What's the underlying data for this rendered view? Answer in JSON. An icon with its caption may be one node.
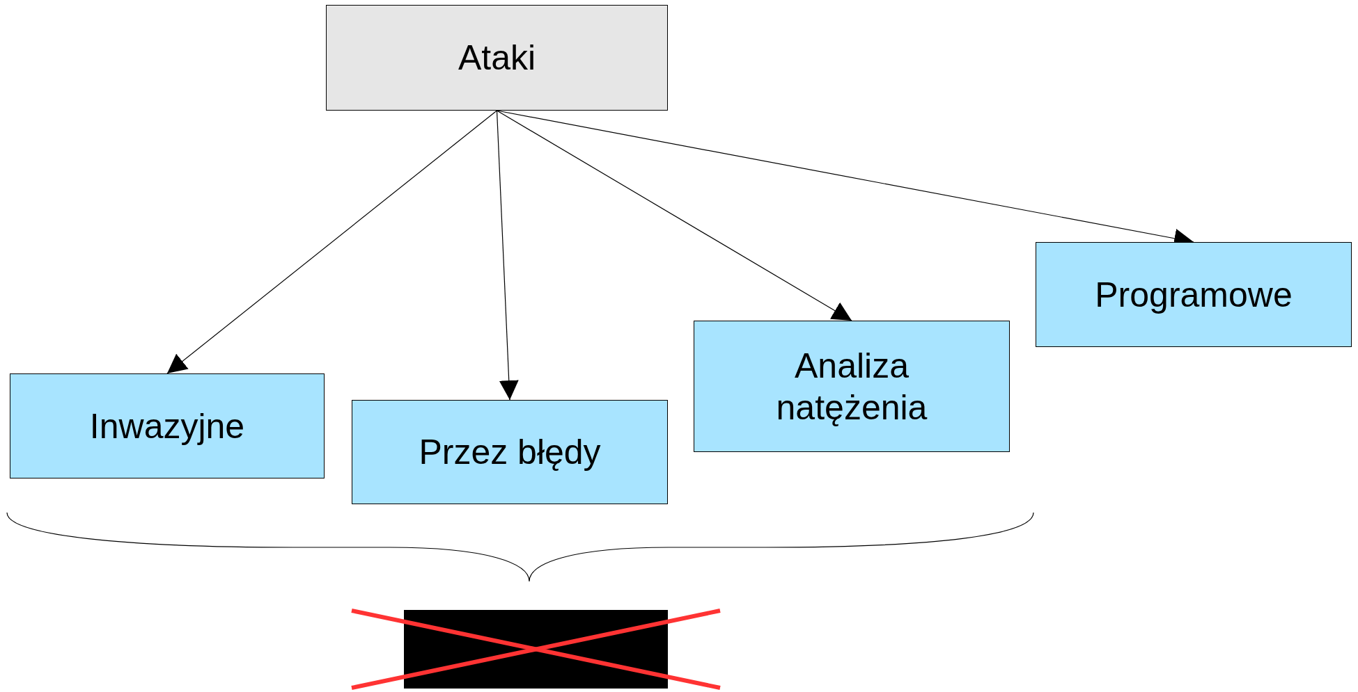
{
  "diagram": {
    "nodes": [
      {
        "text": [
          "Ataki"
        ]
      },
      {
        "text": [
          "Inwazyjne"
        ]
      },
      {
        "text": [
          "Przez błędy"
        ]
      },
      {
        "text": [
          "Analiza natężenia"
        ]
      },
      {
        "text": [
          "Programowe"
        ]
      }
    ],
    "edges": [
      {
        "from": 0,
        "to": 1,
        "arrow": "to"
      },
      {
        "from": 0,
        "to": 2,
        "arrow": "to"
      },
      {
        "from": 0,
        "to": 3,
        "arrow": "to"
      },
      {
        "from": 0,
        "to": 4,
        "arrow": "to"
      }
    ]
  }
}
